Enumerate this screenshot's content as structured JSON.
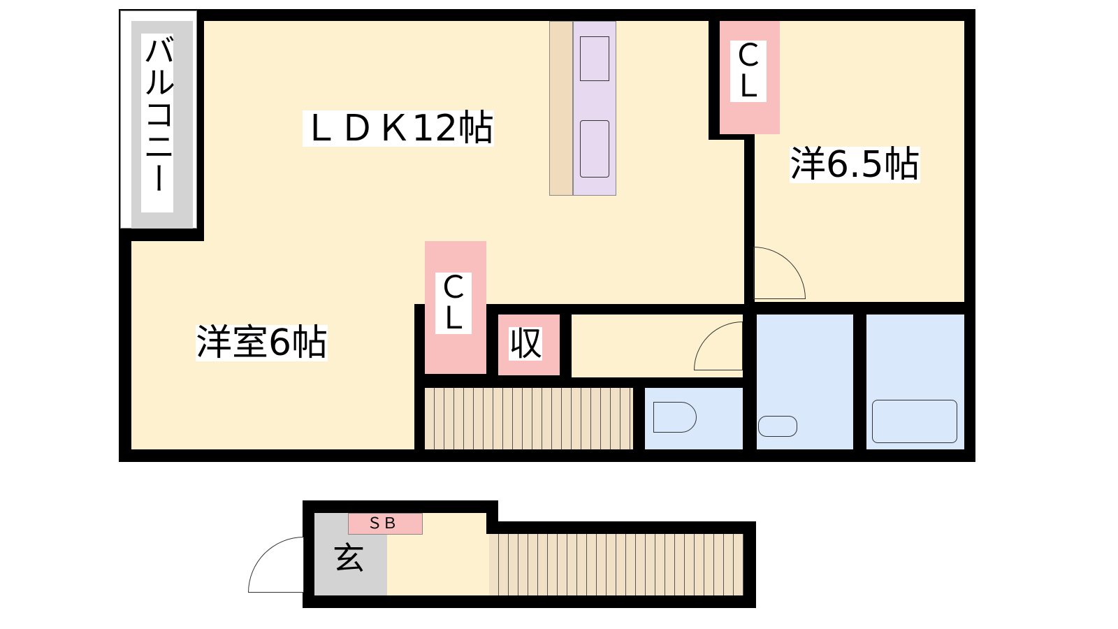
{
  "rooms": {
    "ldk": "ＬＤＫ12帖",
    "western_right": "洋6.5帖",
    "western_left": "洋室6帖",
    "closet_top": "Ｃ\nＬ",
    "closet_left": "Ｃ\nＬ",
    "storage": "収",
    "balcony": "バルコニー",
    "shoe_box": "ＳＢ",
    "entrance": "玄"
  },
  "colors": {
    "floor": "#fdf1cf",
    "closet": "#f9bfbf",
    "wet_area": "#d9e9fb",
    "balcony": "#d3d3d3",
    "kitchen": "#e6d9f0"
  }
}
